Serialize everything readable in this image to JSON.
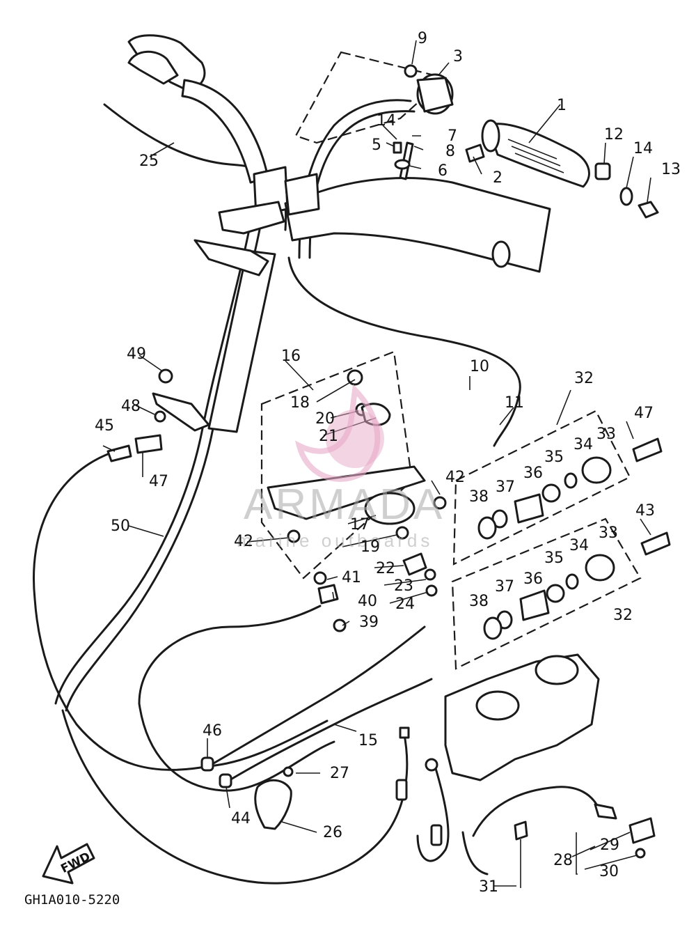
{
  "diagram_code": "GH1A010-5220",
  "fwd_label": "FWD",
  "watermark": {
    "brand": "ARMADA",
    "tagline": "marine outboards",
    "color": "#e7a9c8"
  },
  "part_numbers": [
    "1",
    "2",
    "3",
    "5",
    "6",
    "7",
    "8",
    "9",
    "10",
    "11",
    "12",
    "13",
    "14",
    "14",
    "15",
    "16",
    "17",
    "18",
    "19",
    "20",
    "21",
    "22",
    "23",
    "24",
    "25",
    "26",
    "27",
    "28",
    "29",
    "30",
    "31",
    "32",
    "32",
    "33",
    "33",
    "34",
    "34",
    "35",
    "35",
    "36",
    "36",
    "37",
    "37",
    "38",
    "38",
    "39",
    "40",
    "41",
    "42",
    "42",
    "43",
    "44",
    "45",
    "46",
    "47",
    "47",
    "48",
    "49",
    "50"
  ]
}
